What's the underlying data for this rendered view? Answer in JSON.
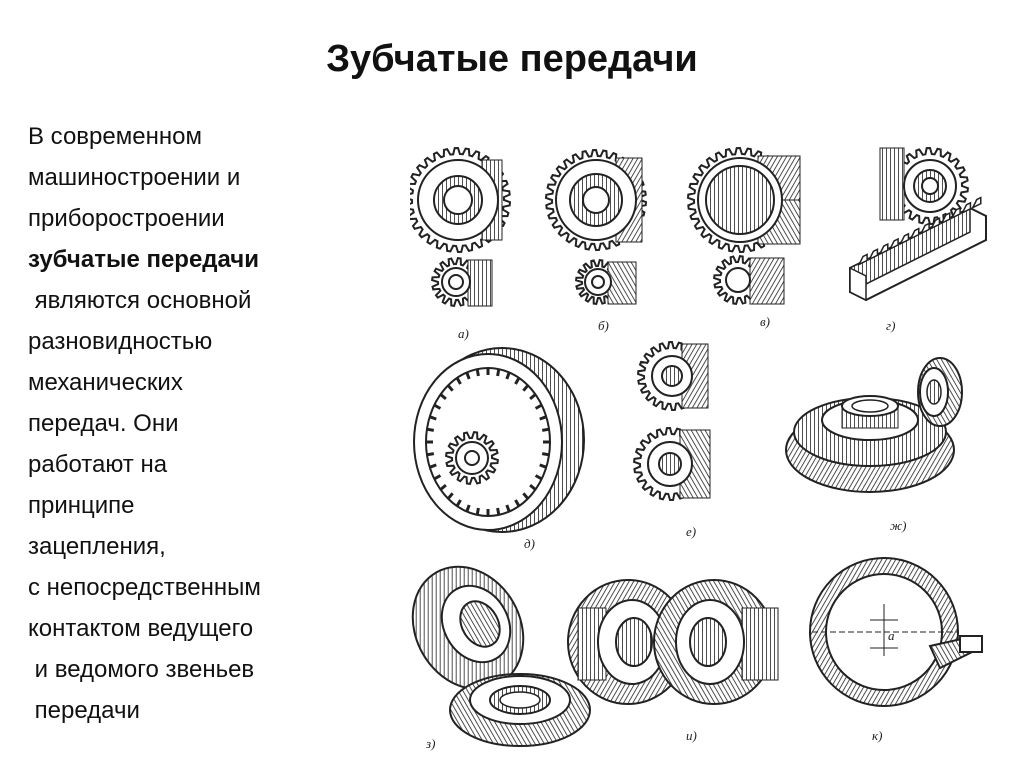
{
  "title": "Зубчатые передачи",
  "paragraph": {
    "lines": [
      "В современном",
      "машиностроении и",
      "приборостроении",
      "зубчатые передачи",
      " являются основной",
      "разновидностью",
      "механических",
      "передач. Они",
      "работают на",
      "принципе",
      "зацепления,",
      "с непосредственным",
      "контактом ведущего",
      " и ведомого звеньев",
      " передачи"
    ]
  },
  "figure": {
    "captions": [
      "а)",
      "б)",
      "в)",
      "г)",
      "д)",
      "е)",
      "ж)",
      "з)",
      "и)",
      "к)"
    ],
    "dimension_label": "a"
  },
  "icons": {
    "a": "spur-gear-pair-icon",
    "b": "helical-gear-pair-icon",
    "c": "herringbone-gear-pair-icon",
    "d": "rack-and-pinion-icon",
    "e": "internal-gear-icon",
    "f": "crossed-helical-gears-icon",
    "g": "bevel-gear-pair-icon",
    "h": "spiral-bevel-gears-icon",
    "i": "face-bevel-gears-icon",
    "j": "hypoid-gear-icon"
  }
}
